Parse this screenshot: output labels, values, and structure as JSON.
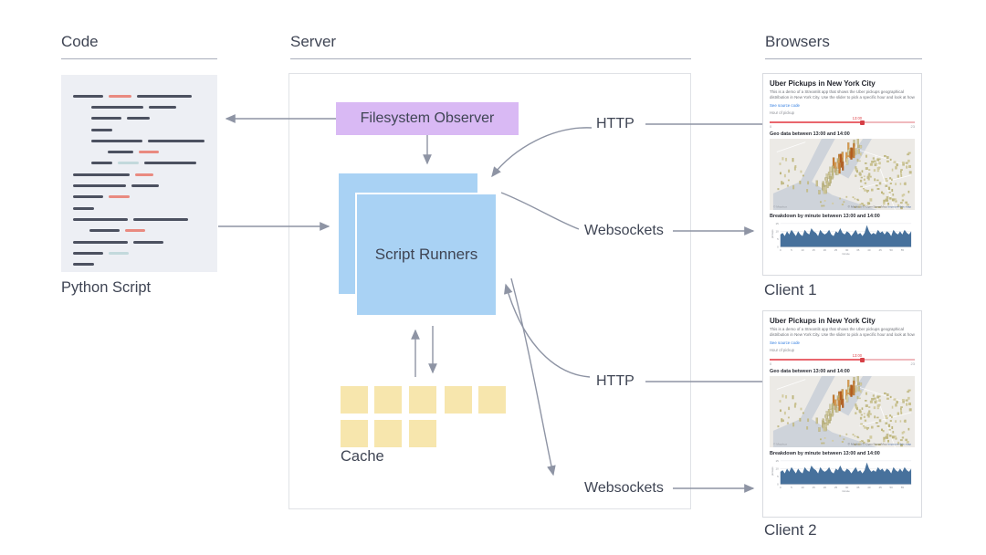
{
  "headers": {
    "code": "Code",
    "server": "Server",
    "browsers": "Browsers"
  },
  "code_panel": {
    "caption": "Python Script",
    "line_colors": {
      "d": "#4c5160",
      "r": "#e98a80",
      "b": "#c3d9dc"
    },
    "lines": [
      {
        "i": 0,
        "s": [
          [
            "d",
            33
          ],
          [
            "r",
            25
          ],
          [
            "d",
            60
          ]
        ]
      },
      {
        "i": 20,
        "s": [
          [
            "d",
            57
          ],
          [
            "d",
            30
          ]
        ]
      },
      {
        "i": 20,
        "s": [
          [
            "d",
            33
          ],
          [
            "d",
            25
          ]
        ]
      },
      {
        "i": 20,
        "s": [
          [
            "d",
            23
          ]
        ]
      },
      {
        "i": 20,
        "s": [
          [
            "d",
            56
          ],
          [
            "d",
            62
          ]
        ]
      },
      {
        "i": 38,
        "s": [
          [
            "d",
            28
          ],
          [
            "r",
            22
          ]
        ]
      },
      {
        "i": 20,
        "s": [
          [
            "d",
            23
          ],
          [
            "b",
            23
          ],
          [
            "d",
            57
          ]
        ]
      },
      {
        "i": 0,
        "s": [
          [
            "d",
            62
          ],
          [
            "r",
            20
          ]
        ]
      },
      {
        "i": 0,
        "s": [
          [
            "d",
            58
          ],
          [
            "d",
            30
          ]
        ]
      },
      {
        "i": 0,
        "s": [
          [
            "d",
            33
          ],
          [
            "r",
            23
          ]
        ]
      },
      {
        "i": 0,
        "s": [
          [
            "d",
            23
          ]
        ]
      },
      {
        "i": 0,
        "s": [
          [
            "d",
            60
          ],
          [
            "d",
            60
          ]
        ]
      },
      {
        "i": 18,
        "s": [
          [
            "d",
            33
          ],
          [
            "r",
            22
          ]
        ]
      },
      {
        "i": 0,
        "s": [
          [
            "d",
            60
          ],
          [
            "d",
            33
          ]
        ]
      },
      {
        "i": 0,
        "s": [
          [
            "d",
            33
          ],
          [
            "b",
            22
          ]
        ]
      },
      {
        "i": 0,
        "s": [
          [
            "d",
            23
          ]
        ]
      }
    ]
  },
  "server_panel": {
    "filesystem_observer": "Filesystem Observer",
    "script_runners": "Script Runners",
    "cache": "Cache"
  },
  "connections": {
    "http": "HTTP",
    "websockets": "Websockets"
  },
  "browsers_panel": {
    "client1": "Client 1",
    "client2": "Client 2"
  },
  "client_app": {
    "title": "Uber Pickups in New York City",
    "description": "This is a demo of a Streamlit app that shows the Uber pickups geographical distribution in New York City. Use the slider to pick a specific hour and look at how the chart changes.",
    "source_link": "See source code",
    "slider_label": "Hour of pickup",
    "slider_value": "13:00",
    "slider_min": "0",
    "slider_max": "23",
    "geo_header": "Geo data between 13:00 and 14:00",
    "breakdown_header": "Breakdown by minute between 13:00 and 14:00",
    "map_attribution": "© Mapbox © OpenStreetMap",
    "improve_link": "Improve this map",
    "mapbox_watermark": "© Mapbox"
  },
  "colors": {
    "observer_purple": "#d9b9f4",
    "runner_blue": "#a9d2f4",
    "cache_yellow": "#f7e6ad",
    "code_bg": "#edeff4",
    "arrow_grey": "#8e94a4",
    "slider_red": "#e9666d",
    "chart_blue": "#47719c"
  },
  "chart_data": {
    "type": "area",
    "title": "Breakdown by minute between 13:00 and 14:00",
    "xlabel": "minute",
    "ylabel": "pickups",
    "x_range": [
      0,
      59
    ],
    "ylim": [
      0,
      15
    ],
    "x_ticks": [
      0,
      5,
      10,
      15,
      20,
      25,
      30,
      35,
      40,
      45,
      50,
      55
    ],
    "y_ticks": [
      0,
      5,
      10,
      15
    ],
    "values": [
      8,
      9,
      7,
      10,
      8,
      11,
      9,
      7,
      10,
      8,
      7,
      11,
      9,
      8,
      12,
      10,
      9,
      7,
      11,
      9,
      8,
      9,
      11,
      8,
      7,
      10,
      9,
      12,
      9,
      8,
      10,
      9,
      7,
      9,
      11,
      8,
      9,
      7,
      9,
      14,
      10,
      8,
      9,
      8,
      11,
      9,
      10,
      8,
      10,
      9,
      7,
      11,
      9,
      8,
      10,
      8,
      11,
      9,
      8,
      10
    ]
  }
}
